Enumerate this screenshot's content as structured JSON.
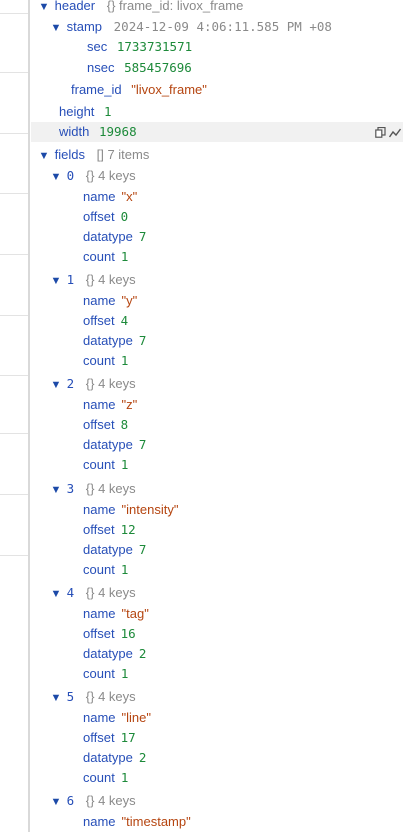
{
  "tree": {
    "header": {
      "key": "header",
      "meta": "{} frame_id: livox_frame"
    },
    "stamp": {
      "key": "stamp",
      "value": "2024-12-09 4:06:11.585 PM +08"
    },
    "sec": {
      "key": "sec",
      "value": "1733731571"
    },
    "nsec": {
      "key": "nsec",
      "value": "585457696"
    },
    "frame_id": {
      "key": "frame_id",
      "value": "\"livox_frame\""
    },
    "height": {
      "key": "height",
      "value": "1"
    },
    "width": {
      "key": "width",
      "value": "19968"
    },
    "fields": {
      "key": "fields",
      "meta": "[] 7 items"
    },
    "items": [
      {
        "index": "0",
        "meta": "{} 4 keys",
        "name": "\"x\"",
        "offset": "0",
        "datatype": "7",
        "count": "1"
      },
      {
        "index": "1",
        "meta": "{} 4 keys",
        "name": "\"y\"",
        "offset": "4",
        "datatype": "7",
        "count": "1"
      },
      {
        "index": "2",
        "meta": "{} 4 keys",
        "name": "\"z\"",
        "offset": "8",
        "datatype": "7",
        "count": "1"
      },
      {
        "index": "3",
        "meta": "{} 4 keys",
        "name": "\"intensity\"",
        "offset": "12",
        "datatype": "7",
        "count": "1"
      },
      {
        "index": "4",
        "meta": "{} 4 keys",
        "name": "\"tag\"",
        "offset": "16",
        "datatype": "2",
        "count": "1"
      },
      {
        "index": "5",
        "meta": "{} 4 keys",
        "name": "\"line\"",
        "offset": "17",
        "datatype": "2",
        "count": "1"
      },
      {
        "index": "6",
        "meta": "{} 4 keys",
        "name": "\"timestamp\""
      }
    ],
    "labels": {
      "name": "name",
      "offset": "offset",
      "datatype": "datatype",
      "count": "count"
    }
  },
  "icons": {
    "expand": "caret-down-icon",
    "copy": "copy-icon",
    "plot": "line-chart-icon"
  },
  "colors": {
    "key": "#274fb8",
    "number": "#1d8a3a",
    "string": "#b54510",
    "meta": "#8a8a8a"
  }
}
